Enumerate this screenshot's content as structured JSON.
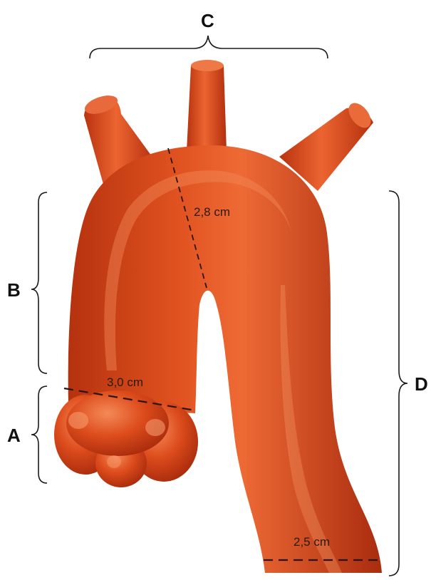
{
  "segments": {
    "a": "A",
    "b": "B",
    "c": "C",
    "d": "D"
  },
  "measurements": {
    "root": "3,0 cm",
    "arch": "2,8 cm",
    "descending": "2,5 cm"
  },
  "colors": {
    "aorta_base": "#d9461c",
    "aorta_dark": "#a92c0e",
    "aorta_light": "#f07a48",
    "background": "#ffffff"
  }
}
